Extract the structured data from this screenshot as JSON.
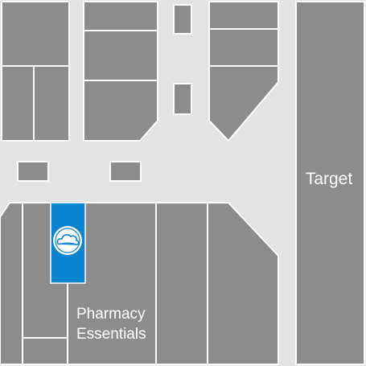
{
  "map": {
    "labels": {
      "target": "Target",
      "pharmacy_line1": "Pharmacy",
      "pharmacy_line2": "Essentials"
    },
    "highlighted_store": "Pharmacy Essentials",
    "marker_icon": "cloud-icon",
    "colors": {
      "background": "#e3e3e3",
      "store": "#8c8c8d",
      "store_outline": "#ffffff",
      "walkway": "#e3e3e3",
      "highlight": "#0a84d0",
      "label": "#ffffff"
    }
  }
}
